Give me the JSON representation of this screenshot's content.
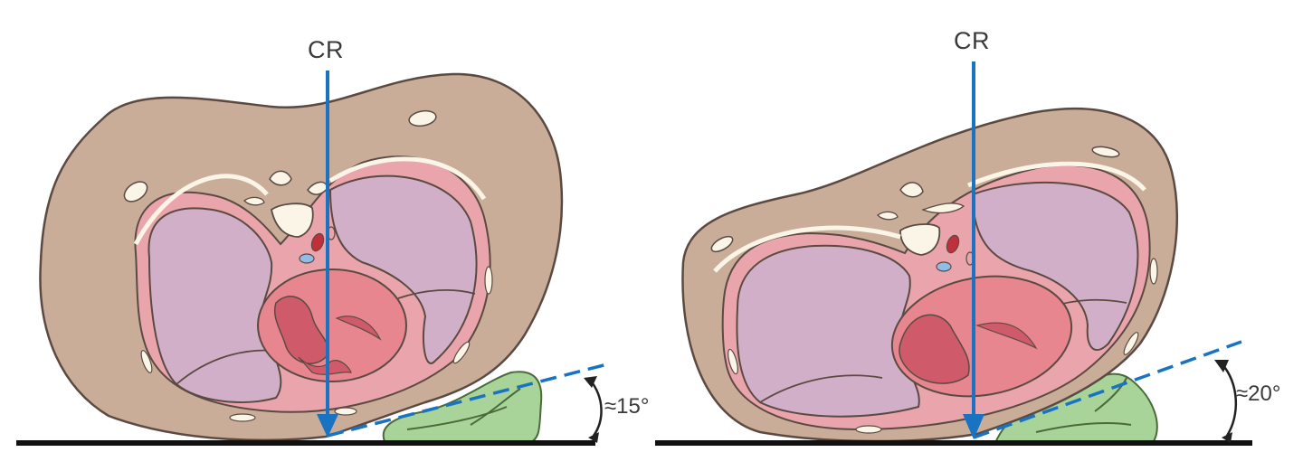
{
  "figure": {
    "panels": [
      {
        "id": "left",
        "ray_label": "CR",
        "angle_label": "≈15°",
        "angle_degrees": 15,
        "elements": [
          "thorax-cross-section",
          "central-ray-arrow",
          "dashed-angle-line",
          "angle-arc-arrow",
          "support-sponge",
          "table-surface"
        ]
      },
      {
        "id": "right",
        "ray_label": "CR",
        "angle_label": "≈20°",
        "angle_degrees": 20,
        "elements": [
          "thorax-cross-section",
          "central-ray-arrow",
          "dashed-angle-line",
          "angle-arc-arrow",
          "support-sponge",
          "table-surface"
        ]
      }
    ],
    "colors": {
      "skin": "#c9ad98",
      "outline": "#5a4a42",
      "lung": "#d2afc8",
      "pleura": "#eaa4ab",
      "heart": "#e7868f",
      "heart_chamber": "#cf5a6a",
      "bone": "#faf5e6",
      "aorta": "#c0303a",
      "vein": "#8fbde8",
      "sponge": "#a8d49a",
      "ray": "#1a73c2",
      "table": "#111111"
    }
  }
}
